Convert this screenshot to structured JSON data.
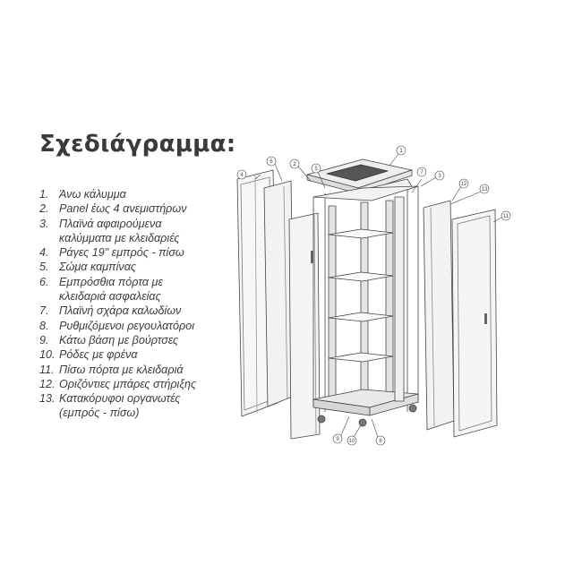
{
  "diagram": {
    "title": "Σχεδιάγραμμα:",
    "parts": [
      {
        "num": "1.",
        "lines": [
          "Άνω κάλυμμα"
        ]
      },
      {
        "num": "2.",
        "lines": [
          "Panel έως 4 ανεμιστήρων"
        ]
      },
      {
        "num": "3.",
        "lines": [
          "Πλαϊνά αφαιρούμενα",
          "καλύμματα με κλειδαριές"
        ]
      },
      {
        "num": "4.",
        "lines": [
          "Ράγες 19\" εμπρός - πίσω"
        ]
      },
      {
        "num": "5.",
        "lines": [
          "Σώμα καμπίνας"
        ]
      },
      {
        "num": "6.",
        "lines": [
          "Εμπρόσθια πόρτα με",
          "κλειδαριά ασφαλείας"
        ]
      },
      {
        "num": "7.",
        "lines": [
          "Πλαϊνή σχάρα καλωδίων"
        ]
      },
      {
        "num": "8.",
        "lines": [
          "Ρυθμιζόμενοι ρεγουλατόροι"
        ]
      },
      {
        "num": "9.",
        "lines": [
          "Κάτω βάση με βούρτσες"
        ]
      },
      {
        "num": "10.",
        "lines": [
          "Ρόδες με φρένα"
        ]
      },
      {
        "num": "11.",
        "lines": [
          "Πίσω πόρτα με κλειδαριά"
        ]
      },
      {
        "num": "12.",
        "lines": [
          "Οριζόντιες μπάρες στήριξης"
        ]
      },
      {
        "num": "13.",
        "lines": [
          "Κατακόρυφοι οργανωτές",
          "(εμπρός - πίσω)"
        ]
      }
    ],
    "callouts": [
      "1",
      "2",
      "3",
      "4",
      "5",
      "6",
      "7",
      "8",
      "9",
      "10",
      "11",
      "12",
      "13"
    ]
  }
}
